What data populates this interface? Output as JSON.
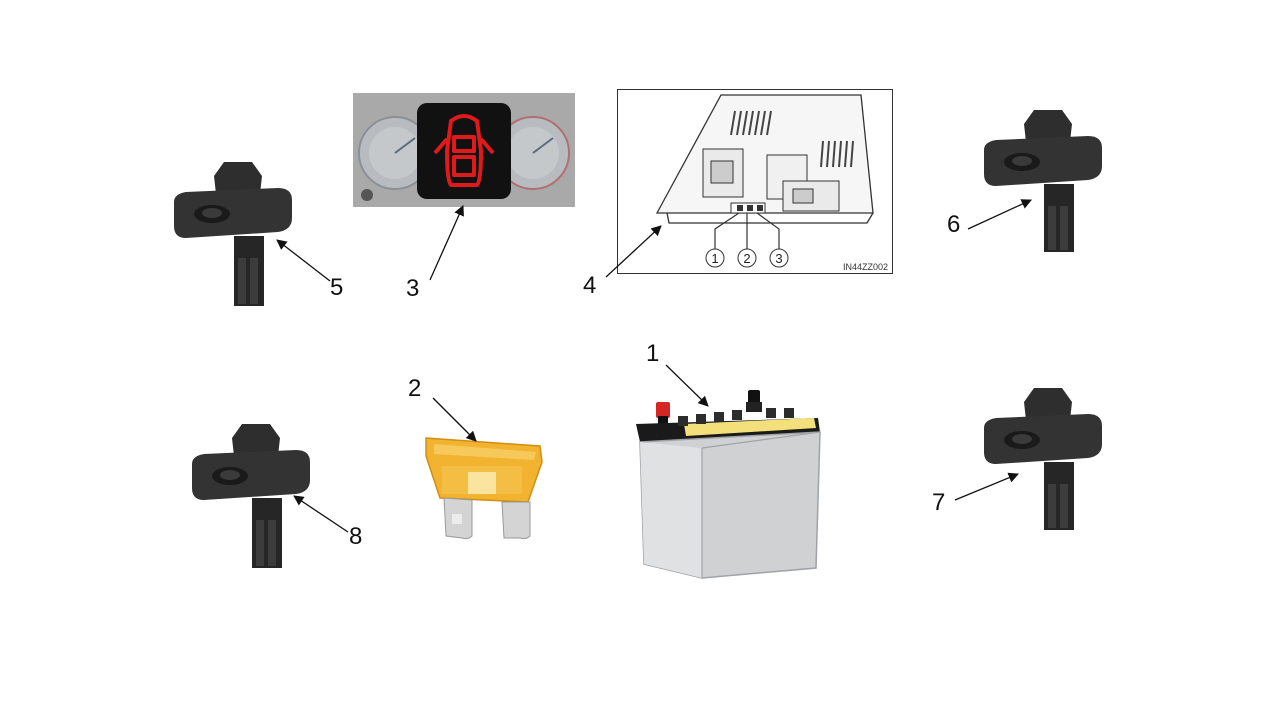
{
  "callouts": {
    "c1": "1",
    "c2": "2",
    "c3": "3",
    "c4": "4",
    "c5": "5",
    "c6": "6",
    "c7": "7",
    "c8": "8"
  },
  "overhead_console": {
    "circle_labels": [
      "1",
      "2",
      "3"
    ],
    "code": "IN44ZZ002"
  },
  "icons": {
    "door_warning": "door-open-warning-icon",
    "switch": "door-switch-icon",
    "fuse": "blade-fuse-icon",
    "battery": "car-battery-icon"
  },
  "colors": {
    "warning_red": "#e0191b",
    "fuse_amber": "#f2b330",
    "battery_label": "#f3e07a",
    "switch_body": "#2b2b2b"
  }
}
